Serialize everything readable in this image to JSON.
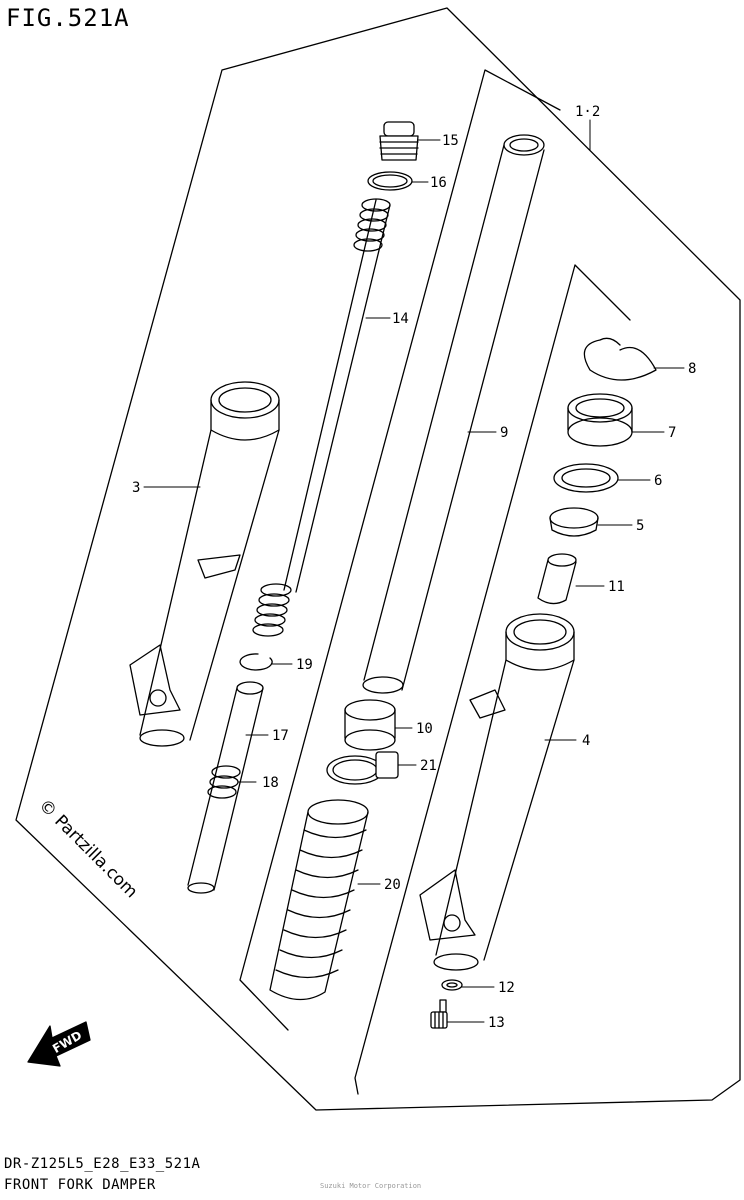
{
  "figure": {
    "title": "FIG.521A",
    "footer_code": "DR-Z125L5_E28_E33_521A",
    "footer_name": "FRONT FORK DAMPER",
    "footer_small": "Suzuki Motor Corporation"
  },
  "watermark": "© Partzilla.com",
  "fwd_label": "FWD",
  "callouts": [
    {
      "id": "c15",
      "label": "15"
    },
    {
      "id": "c16",
      "label": "16"
    },
    {
      "id": "c12a",
      "label": "1·2"
    },
    {
      "id": "c14",
      "label": "14"
    },
    {
      "id": "c8",
      "label": "8"
    },
    {
      "id": "c9",
      "label": "9"
    },
    {
      "id": "c7",
      "label": "7"
    },
    {
      "id": "c3",
      "label": "3"
    },
    {
      "id": "c6",
      "label": "6"
    },
    {
      "id": "c5",
      "label": "5"
    },
    {
      "id": "c11",
      "label": "11"
    },
    {
      "id": "c19",
      "label": "19"
    },
    {
      "id": "c10",
      "label": "10"
    },
    {
      "id": "c4",
      "label": "4"
    },
    {
      "id": "c17",
      "label": "17"
    },
    {
      "id": "c21",
      "label": "21"
    },
    {
      "id": "c18",
      "label": "18"
    },
    {
      "id": "c20",
      "label": "20"
    },
    {
      "id": "c12",
      "label": "12"
    },
    {
      "id": "c13",
      "label": "13"
    }
  ]
}
